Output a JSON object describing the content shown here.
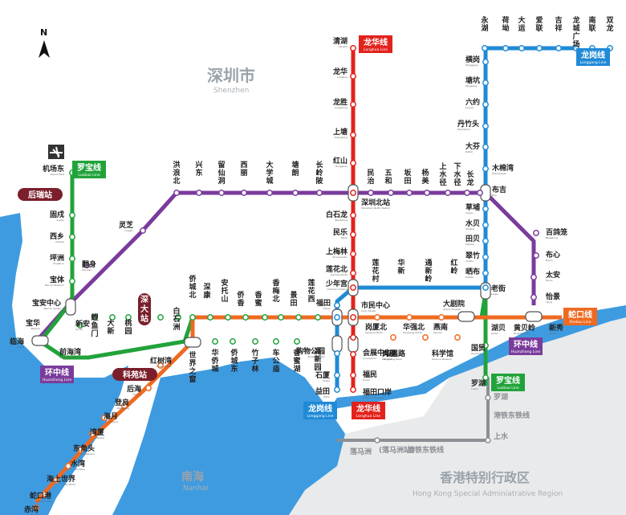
{
  "regions": {
    "shenzhen": {
      "cn": "深圳市",
      "en": "Shenzhen"
    },
    "nanhai": {
      "cn": "南海",
      "en": "Nanhai"
    },
    "hongkong": {
      "cn": "香港特别行政区",
      "en": "Hong Kong Special Adminiatrative Region"
    }
  },
  "compass": {
    "label": "N"
  },
  "colors": {
    "luobao": "#21a33a",
    "longhua": "#e2221c",
    "longgang": "#1f8ad6",
    "huanzhong": "#7a3c9c",
    "shekou": "#ee6a22",
    "hk_rail": "#8a9095",
    "sea": "#3e9be0",
    "land": "#e9eaeb",
    "special_station": "#7a1f2b"
  },
  "badges": [
    {
      "key": "luobao_top",
      "cn": "罗宝线",
      "en": "Luobao Line",
      "line": "luobao"
    },
    {
      "key": "luobao_bottom",
      "cn": "罗宝线",
      "en": "Luobao Line",
      "line": "luobao"
    },
    {
      "key": "longhua_top",
      "cn": "龙华线",
      "en": "Longhua Line",
      "line": "longhua"
    },
    {
      "key": "longhua_bottom",
      "cn": "龙华线",
      "en": "Longhua Line",
      "line": "longhua"
    },
    {
      "key": "longgang_top",
      "cn": "龙岗线",
      "en": "Longgang Line",
      "line": "longgang"
    },
    {
      "key": "longgang_bottom",
      "cn": "龙岗线",
      "en": "Longgang Line",
      "line": "longgang"
    },
    {
      "key": "huanzhong_left",
      "cn": "环中线",
      "en": "Huanzhong Line",
      "line": "huanzhong"
    },
    {
      "key": "huanzhong_right",
      "cn": "环中线",
      "en": "Huanzhong Line",
      "line": "huanzhong"
    },
    {
      "key": "shekou_right",
      "cn": "蛇口线",
      "en": "Shekou Line",
      "line": "shekou"
    }
  ],
  "special_stations": [
    {
      "key": "houruì",
      "cn": "后瑞站"
    },
    {
      "key": "shenda",
      "cn": "深大站"
    },
    {
      "key": "keyuan",
      "cn": "科苑站"
    }
  ],
  "stations_h": [
    {
      "cn": "清湖",
      "en": "Qinghu"
    },
    {
      "cn": "龙华",
      "en": "Longhua"
    },
    {
      "cn": "龙胜",
      "en": "Longsheng"
    },
    {
      "cn": "上塘",
      "en": "Shangtang"
    },
    {
      "cn": "红山",
      "en": "Hongshan"
    },
    {
      "cn": "深圳北站",
      "en": "Shenzhen North Station"
    },
    {
      "cn": "白石龙",
      "en": "Baishilong"
    },
    {
      "cn": "民乐",
      "en": "Minle"
    },
    {
      "cn": "上梅林",
      "en": "Shangmeilin"
    },
    {
      "cn": "莲花北",
      "en": "Lianhua North"
    },
    {
      "cn": "少年宫",
      "en": "Children's Palace"
    },
    {
      "cn": "福田",
      "en": "Futian"
    },
    {
      "cn": "市民中心",
      "en": "Civic Center"
    },
    {
      "cn": "会展中心",
      "en": "Convention"
    },
    {
      "cn": "购物公园",
      "en": "Shopping Park"
    },
    {
      "cn": "岗厦",
      "en": "Gangxia"
    },
    {
      "cn": "福民",
      "en": "Fumin"
    },
    {
      "cn": "福田口岸",
      "en": "Futian Checkpoint"
    },
    {
      "cn": "石厦",
      "en": "Shixia"
    },
    {
      "cn": "益田",
      "en": "Yitian"
    },
    {
      "cn": "机场东",
      "en": "Airport East"
    },
    {
      "cn": "固戍",
      "en": "Gushu"
    },
    {
      "cn": "西乡",
      "en": "Xixiang"
    },
    {
      "cn": "坪洲",
      "en": "Pingzhou"
    },
    {
      "cn": "宝体",
      "en": "Bao'an Stadium"
    },
    {
      "cn": "宝安中心",
      "en": "Bao'an Center"
    },
    {
      "cn": "宝华",
      "en": "Baohua"
    },
    {
      "cn": "临海",
      "en": "Linhai"
    },
    {
      "cn": "前海湾",
      "en": "Qianhaiwan"
    },
    {
      "cn": "新安",
      "en": "Xin'an"
    },
    {
      "cn": "灵芝",
      "en": "Lingzhi"
    },
    {
      "cn": "翻身",
      "en": "Fanshen"
    },
    {
      "cn": "红树湾",
      "en": "Hongshuwan"
    },
    {
      "cn": "后海",
      "en": "Houhai"
    },
    {
      "cn": "登良",
      "en": "Dengliang"
    },
    {
      "cn": "海月",
      "en": "Haiyue"
    },
    {
      "cn": "湾厦",
      "en": "Wanxia"
    },
    {
      "cn": "东角头",
      "en": "Dongjiaotou"
    },
    {
      "cn": "水湾",
      "en": "Shuiwan"
    },
    {
      "cn": "海上世界",
      "en": "Sea World"
    },
    {
      "cn": "蛇口港",
      "en": "Shekou Port"
    },
    {
      "cn": "赤湾",
      "en": "Chiwan"
    },
    {
      "cn": "大剧院",
      "en": "Grand Theater"
    },
    {
      "cn": "老街",
      "en": "Laojie"
    },
    {
      "cn": "晒布",
      "en": "Shaibu"
    },
    {
      "cn": "翠竹",
      "en": "Cuizhu"
    },
    {
      "cn": "田贝",
      "en": "Tianbei"
    },
    {
      "cn": "水贝",
      "en": "Shuibei"
    },
    {
      "cn": "草埔",
      "en": "Caopu"
    },
    {
      "cn": "布吉",
      "en": "Buji"
    },
    {
      "cn": "木棉湾",
      "en": "Mumianwan"
    },
    {
      "cn": "大芬",
      "en": "Dafen"
    },
    {
      "cn": "丹竹头",
      "en": "Danzhutou"
    },
    {
      "cn": "六约",
      "en": "Liuyue"
    },
    {
      "cn": "塘坑",
      "en": "Tangkeng"
    },
    {
      "cn": "横岗",
      "en": "Henggang"
    },
    {
      "cn": "百鸽笼",
      "en": "Baigelong"
    },
    {
      "cn": "布心",
      "en": "Buxin"
    },
    {
      "cn": "太安",
      "en": "Tai'an"
    },
    {
      "cn": "怡景",
      "en": "Yijing"
    },
    {
      "cn": "湖贝",
      "en": "Hubei"
    },
    {
      "cn": "黄贝岭",
      "en": "Huangbeiling"
    },
    {
      "cn": "新秀",
      "en": "Xinxiu"
    },
    {
      "cn": "国贸",
      "en": "Guomao"
    },
    {
      "cn": "罗湖",
      "en": "Luohu"
    },
    {
      "cn": "岗厦北",
      "en": "Gangxia North"
    },
    {
      "cn": "华强北",
      "en": "Huaqiang North"
    },
    {
      "cn": "燕南",
      "en": "Yannan"
    },
    {
      "cn": "华强路",
      "en": "Huaqiang Road"
    },
    {
      "cn": "科学馆",
      "en": "Science Museum"
    },
    {
      "cn": "罗湖",
      "en": "Lo Wu"
    },
    {
      "cn": "上水",
      "en": "Sheung Shui"
    },
    {
      "cn": "落马洲",
      "en": "Lok Ma Chau"
    }
  ],
  "stations_v": [
    {
      "cn": "洪浪北",
      "en": "Honglang North"
    },
    {
      "cn": "兴东",
      "en": "Xingdong"
    },
    {
      "cn": "留仙洞",
      "en": "Liuxiandong"
    },
    {
      "cn": "西丽",
      "en": "Xili"
    },
    {
      "cn": "大学城",
      "en": "University Town"
    },
    {
      "cn": "塘朗",
      "en": "Tanglang"
    },
    {
      "cn": "长岭陂",
      "en": "Changlingpi"
    },
    {
      "cn": "民治",
      "en": "Minzhi"
    },
    {
      "cn": "五和",
      "en": "Wuhe"
    },
    {
      "cn": "坂田",
      "en": "Bantian"
    },
    {
      "cn": "杨美",
      "en": "Yangmei"
    },
    {
      "cn": "上水径",
      "en": "Shangshuijing"
    },
    {
      "cn": "下水径",
      "en": "Xiashuijing"
    },
    {
      "cn": "长龙",
      "en": "Changlong"
    },
    {
      "cn": "永湖",
      "en": "Yonghu"
    },
    {
      "cn": "荷坳",
      "en": "He'ao"
    },
    {
      "cn": "大运",
      "en": "Universiade"
    },
    {
      "cn": "爱联",
      "en": "Ailian"
    },
    {
      "cn": "吉祥",
      "en": "Jixiang"
    },
    {
      "cn": "龙城广场",
      "en": "Longcheng Square"
    },
    {
      "cn": "南联",
      "en": "Nanlian"
    },
    {
      "cn": "双龙",
      "en": "Shuanglong"
    },
    {
      "cn": "鲤鱼门",
      "en": "Liyumen"
    },
    {
      "cn": "大新",
      "en": "Daxin"
    },
    {
      "cn": "桃园",
      "en": "Taoyuan"
    },
    {
      "cn": "侨城北",
      "en": "Qiaocheng North"
    },
    {
      "cn": "深康",
      "en": "Shenkang"
    },
    {
      "cn": "安托山",
      "en": "Antuoshan"
    },
    {
      "cn": "侨香",
      "en": "Qiaoxiang"
    },
    {
      "cn": "香蜜",
      "en": "Xiangmi"
    },
    {
      "cn": "香梅北",
      "en": "Xiangmei North"
    },
    {
      "cn": "景田",
      "en": "Jingtian"
    },
    {
      "cn": "莲花西",
      "en": "Lianhua West"
    },
    {
      "cn": "莲花村",
      "en": "Lianhuacun"
    },
    {
      "cn": "华新",
      "en": "Huaxin"
    },
    {
      "cn": "通新岭",
      "en": "Tongxinling"
    },
    {
      "cn": "红岭",
      "en": "Hongling"
    },
    {
      "cn": "白石洲",
      "en": "Baishizhou"
    },
    {
      "cn": "世界之窗",
      "en": "Window of the World"
    },
    {
      "cn": "华侨城",
      "en": "OCT"
    },
    {
      "cn": "侨城东",
      "en": "Qiaocheng East"
    },
    {
      "cn": "竹子林",
      "en": "Zhuzilin"
    },
    {
      "cn": "车公庙",
      "en": "Chegongmiao"
    },
    {
      "cn": "香蜜湖",
      "en": "Xiangmihu"
    },
    {
      "cn": "高新园",
      "en": "Hi-Tech Park"
    }
  ],
  "hk": {
    "line_east": "港铁东铁线",
    "line_east2": "港铁东铁线",
    "lmc_note": "(落马洲站)"
  }
}
